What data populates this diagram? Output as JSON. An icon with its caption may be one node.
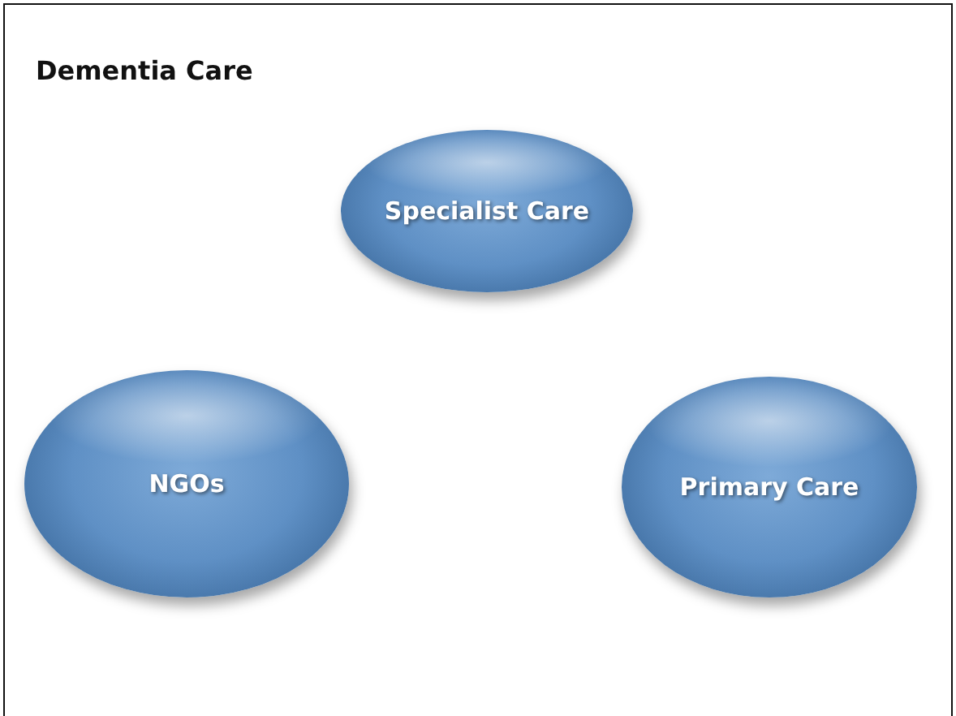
{
  "diagram": {
    "title": "Dementia Care",
    "nodes": [
      {
        "text": [
          "Specialist Care"
        ]
      },
      {
        "text": [
          "NGOs"
        ]
      },
      {
        "text": [
          "Primary Care"
        ]
      }
    ]
  }
}
